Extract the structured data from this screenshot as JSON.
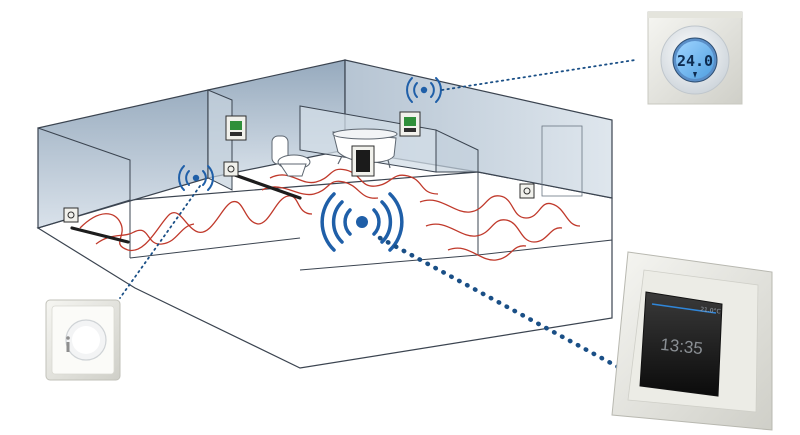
{
  "wall_thermostat_display": {
    "temperature": "24.0"
  },
  "touch_controller_display": {
    "time": "13:35",
    "status": "21.0°C"
  },
  "colors": {
    "wall_fill": "#b9c8d6",
    "wall_edge": "#3b4450",
    "heating_cable": "#c0392b",
    "signal": "#1f5fa8",
    "link": "#1a4f86"
  },
  "icons": [
    "wireless-signal-icon",
    "thermostat-icon",
    "heating-cable-icon",
    "bathtub-icon",
    "toilet-icon"
  ]
}
